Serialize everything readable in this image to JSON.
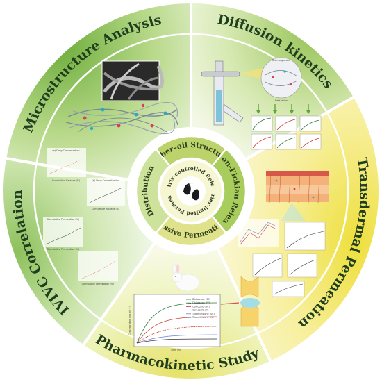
{
  "outer_sectors": [
    {
      "id": "microstructure",
      "label": "Microstructure Analysis"
    },
    {
      "id": "diffusion",
      "label": "Diffusion kinetics"
    },
    {
      "id": "transdermal",
      "label": "Transdermal Permeation"
    },
    {
      "id": "pharmacokinetic",
      "label": "Pharmacokinetic Study"
    },
    {
      "id": "ivivc",
      "label": "IVIVC Correlation"
    }
  ],
  "middle_ring": [
    {
      "id": "fiber_oil",
      "label": "Fiber–oil Structure"
    },
    {
      "id": "non_fickian",
      "label": "Non-Fickian Release"
    },
    {
      "id": "passive",
      "label": "Passive Permeation"
    },
    {
      "id": "distribution",
      "label": "Distribution"
    }
  ],
  "inner_ring": {
    "top": "Matrix-controlled Release",
    "bottom": "Barrier-limited Permeation"
  },
  "diffusion_panel": {
    "top_label": "Rearrangement",
    "bottom_label": "Relaxation"
  },
  "ivivc_panel": {
    "plot_a_title": "(a) Drug Concentration",
    "plot_b_title": "(b) Drug Concentration",
    "plot_c_title": "Cumulative Permeation (%)",
    "xlabel_a": "Cumulative Release (%)",
    "xlabel_b": "Cumulative Release (%)",
    "xlabel_c": "Cumulative Permeation (%)",
    "xlabel_d": "Cumulative Permeation (%)"
  },
  "pk_panel": {
    "ylabel": "Concentration (ng mL⁻¹)",
    "xlabel": "Time (h)",
    "legend": [
      "Diclofenac (SC)",
      "Diclofenac (IV)",
      "Celecoxib (SC)",
      "Celecoxib (IV)",
      "Triamcinolone (SC)",
      "Triamcinolone (IV)"
    ]
  },
  "colors": {
    "green_outer": "#7fb54a",
    "yellow_outer": "#f1e34c",
    "mid_ring": "#bcd36b",
    "inner_ring": "#f6f7d2",
    "center": "#ffffff"
  },
  "icons": [
    "sem-image",
    "fiber-network",
    "electrospinning-apparatus",
    "skin-layers",
    "rabbit",
    "knee-joint",
    "oil-drops"
  ]
}
